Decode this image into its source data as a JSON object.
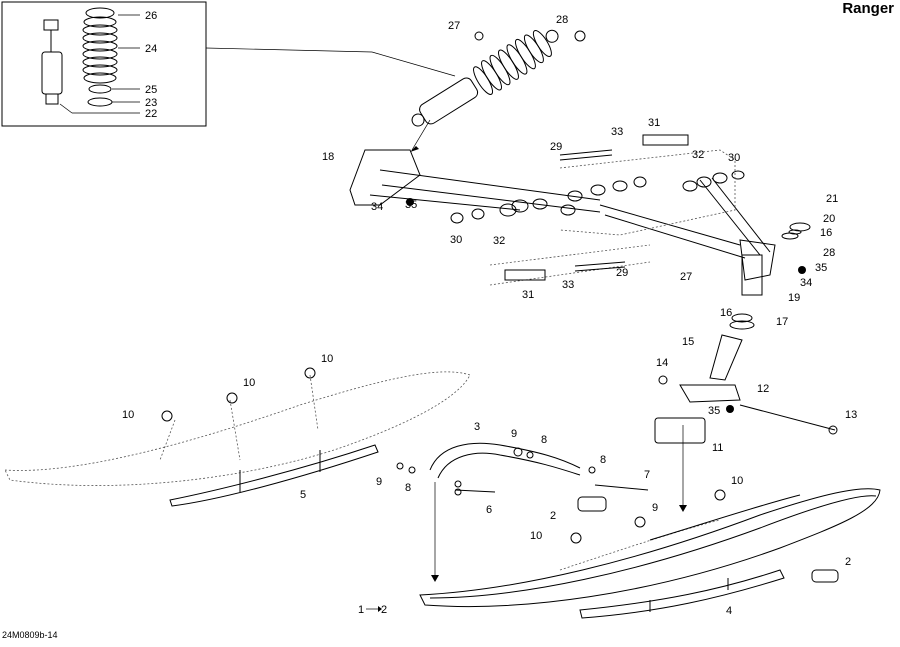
{
  "header": {
    "model": "Ranger"
  },
  "footer": {
    "drawing_code": "24M0809b-14"
  },
  "callouts": [
    {
      "id": "c26",
      "label": "26"
    },
    {
      "id": "c24",
      "label": "24"
    },
    {
      "id": "c25",
      "label": "25"
    },
    {
      "id": "c23",
      "label": "23"
    },
    {
      "id": "c22",
      "label": "22"
    },
    {
      "id": "c27a",
      "label": "27"
    },
    {
      "id": "c28a",
      "label": "28"
    },
    {
      "id": "c18",
      "label": "18"
    },
    {
      "id": "c34a",
      "label": "34"
    },
    {
      "id": "c35a",
      "label": "35"
    },
    {
      "id": "c30a",
      "label": "30"
    },
    {
      "id": "c32a",
      "label": "32"
    },
    {
      "id": "c29a",
      "label": "29"
    },
    {
      "id": "c33a",
      "label": "33"
    },
    {
      "id": "c31a",
      "label": "31"
    },
    {
      "id": "c32b",
      "label": "32"
    },
    {
      "id": "c30b",
      "label": "30"
    },
    {
      "id": "c21",
      "label": "21"
    },
    {
      "id": "c20",
      "label": "20"
    },
    {
      "id": "c16a",
      "label": "16"
    },
    {
      "id": "c28b",
      "label": "28"
    },
    {
      "id": "c35b",
      "label": "35"
    },
    {
      "id": "c34b",
      "label": "34"
    },
    {
      "id": "c19",
      "label": "19"
    },
    {
      "id": "c27b",
      "label": "27"
    },
    {
      "id": "c29b",
      "label": "29"
    },
    {
      "id": "c33b",
      "label": "33"
    },
    {
      "id": "c31b",
      "label": "31"
    },
    {
      "id": "c16b",
      "label": "16"
    },
    {
      "id": "c17",
      "label": "17"
    },
    {
      "id": "c15",
      "label": "15"
    },
    {
      "id": "c14",
      "label": "14"
    },
    {
      "id": "c12",
      "label": "12"
    },
    {
      "id": "c35c",
      "label": "35"
    },
    {
      "id": "c13",
      "label": "13"
    },
    {
      "id": "c11",
      "label": "11"
    },
    {
      "id": "c10a",
      "label": "10"
    },
    {
      "id": "c10b",
      "label": "10"
    },
    {
      "id": "c10c",
      "label": "10"
    },
    {
      "id": "c5",
      "label": "5"
    },
    {
      "id": "c3",
      "label": "3"
    },
    {
      "id": "c9a",
      "label": "9"
    },
    {
      "id": "c8a",
      "label": "8"
    },
    {
      "id": "c9b",
      "label": "9"
    },
    {
      "id": "c8b",
      "label": "8"
    },
    {
      "id": "c8c",
      "label": "8"
    },
    {
      "id": "c7",
      "label": "7"
    },
    {
      "id": "c6",
      "label": "6"
    },
    {
      "id": "c2a",
      "label": "2"
    },
    {
      "id": "c9c",
      "label": "9"
    },
    {
      "id": "c10d",
      "label": "10"
    },
    {
      "id": "c10e",
      "label": "10"
    },
    {
      "id": "c2b",
      "label": "2"
    },
    {
      "id": "c1",
      "label": "1"
    },
    {
      "id": "c2c",
      "label": "2"
    },
    {
      "id": "c4",
      "label": "4"
    }
  ]
}
